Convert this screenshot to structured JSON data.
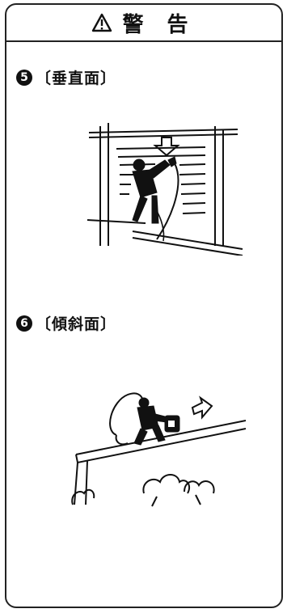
{
  "header": {
    "title": "警 告",
    "icon": "warning-triangle-icon"
  },
  "sections": [
    {
      "number": "5",
      "label": "〔垂直面〕",
      "illustration": "worker-on-vertical-scaffold"
    },
    {
      "number": "6",
      "label": "〔傾斜面〕",
      "illustration": "worker-on-sloped-roof"
    }
  ]
}
